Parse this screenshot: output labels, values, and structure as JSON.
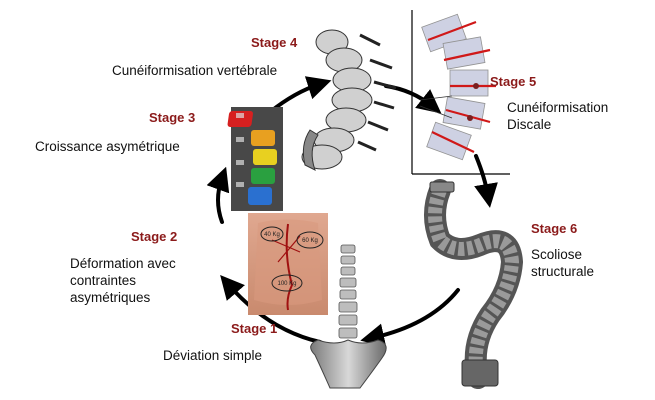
{
  "stages": [
    {
      "title": "Stage 1",
      "description": "Déviation simple"
    },
    {
      "title": "Stage 2",
      "description": "Déformation avec\ncontraintes\nasymétriques"
    },
    {
      "title": "Stage 3",
      "description": "Croissance asymétrique"
    },
    {
      "title": "Stage 4",
      "description": "Cunéiformisation vertébrale"
    },
    {
      "title": "Stage 5",
      "description": "Cunéiformisation\nDiscale"
    },
    {
      "title": "Stage 6",
      "description": "Scoliose\nstructurale"
    }
  ],
  "back_image_labels": {
    "left_weight": "40 Kg",
    "right_weight": "60 Kg",
    "bottom_weight": "100 Kg"
  },
  "colors": {
    "stage_title": "#8b1a1a",
    "arrow": "#000000"
  }
}
